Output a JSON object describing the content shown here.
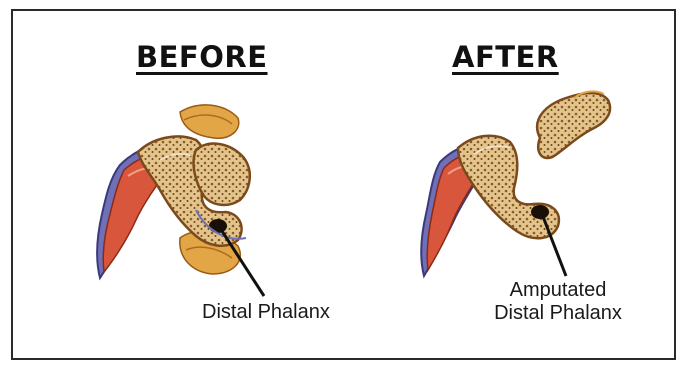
{
  "headings": {
    "before": "BEFORE",
    "after": "AFTER"
  },
  "labels": {
    "before": "Distal Phalanx",
    "after_line1": "Amputated",
    "after_line2": "Distal Phalanx"
  },
  "colors": {
    "claw_red": "#d8563c",
    "claw_purple": "#7070b8",
    "bone": "#e9cf95",
    "bone_edge": "#7a4a1c",
    "marrow": "#8a5a2a",
    "joint": "#1a0f08",
    "tendon": "#d9a040",
    "pointer": "#111111"
  }
}
